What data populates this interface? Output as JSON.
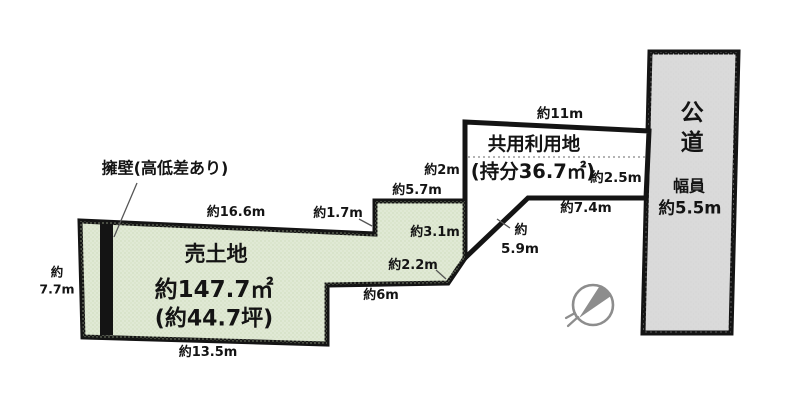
{
  "diagram": {
    "plot": {
      "title": "売土地",
      "area": "約147.7㎡",
      "area_tsubo": "(約44.7坪)",
      "fill_color": "#e0e9d5"
    },
    "shared_land": {
      "title": "共用利用地",
      "share": "(持分36.7㎡)"
    },
    "road": {
      "name": "公道",
      "width_caption": "幅員",
      "width_value": "約5.5m",
      "fill_color": "#dadada"
    },
    "retaining_wall": {
      "label": "擁壁(高低差あり)"
    },
    "dimensions": {
      "top_edge": "約16.6m",
      "jog_edge": "約1.7m",
      "upper_edge": "約5.7m",
      "shared_left_edge": "約2m",
      "shared_top_edge": "約11m",
      "shared_road_edge": "約2.5m",
      "lower_boundary_edge": "約7.4m",
      "diagonal_prefix": "約",
      "diagonal_value": "5.9m",
      "right_edge": "約3.1m",
      "corner_cut_edge": "約2.2m",
      "step_edge": "約6m",
      "bottom_edge": "約13.5m",
      "left_prefix": "約",
      "left_value": "7.7m"
    },
    "colors": {
      "boundary_line": "#141414",
      "leader_line": "#555555",
      "compass_gray": "#8d8d8d",
      "dotted_line": "#9a9a9a"
    }
  }
}
